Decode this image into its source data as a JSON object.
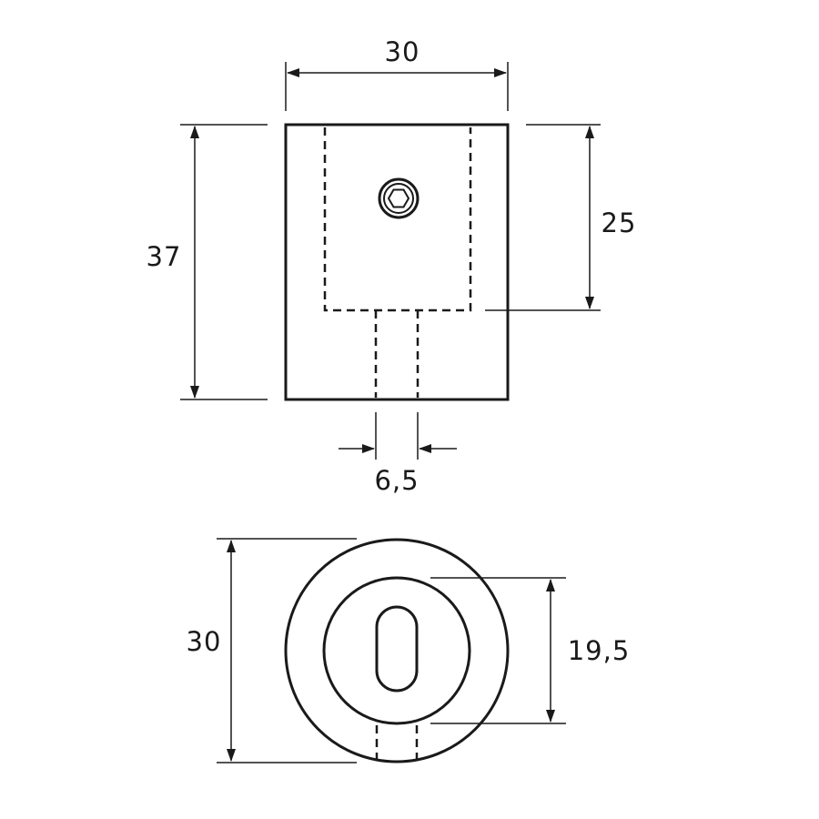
{
  "dimensions": {
    "front_width": "30",
    "front_height": "37",
    "bore_depth": "25",
    "slot_width": "6,5",
    "bottom_diameter": "30",
    "inner_diameter": "19,5"
  },
  "colors": {
    "line": "#1a1a1a",
    "background": "#ffffff"
  }
}
